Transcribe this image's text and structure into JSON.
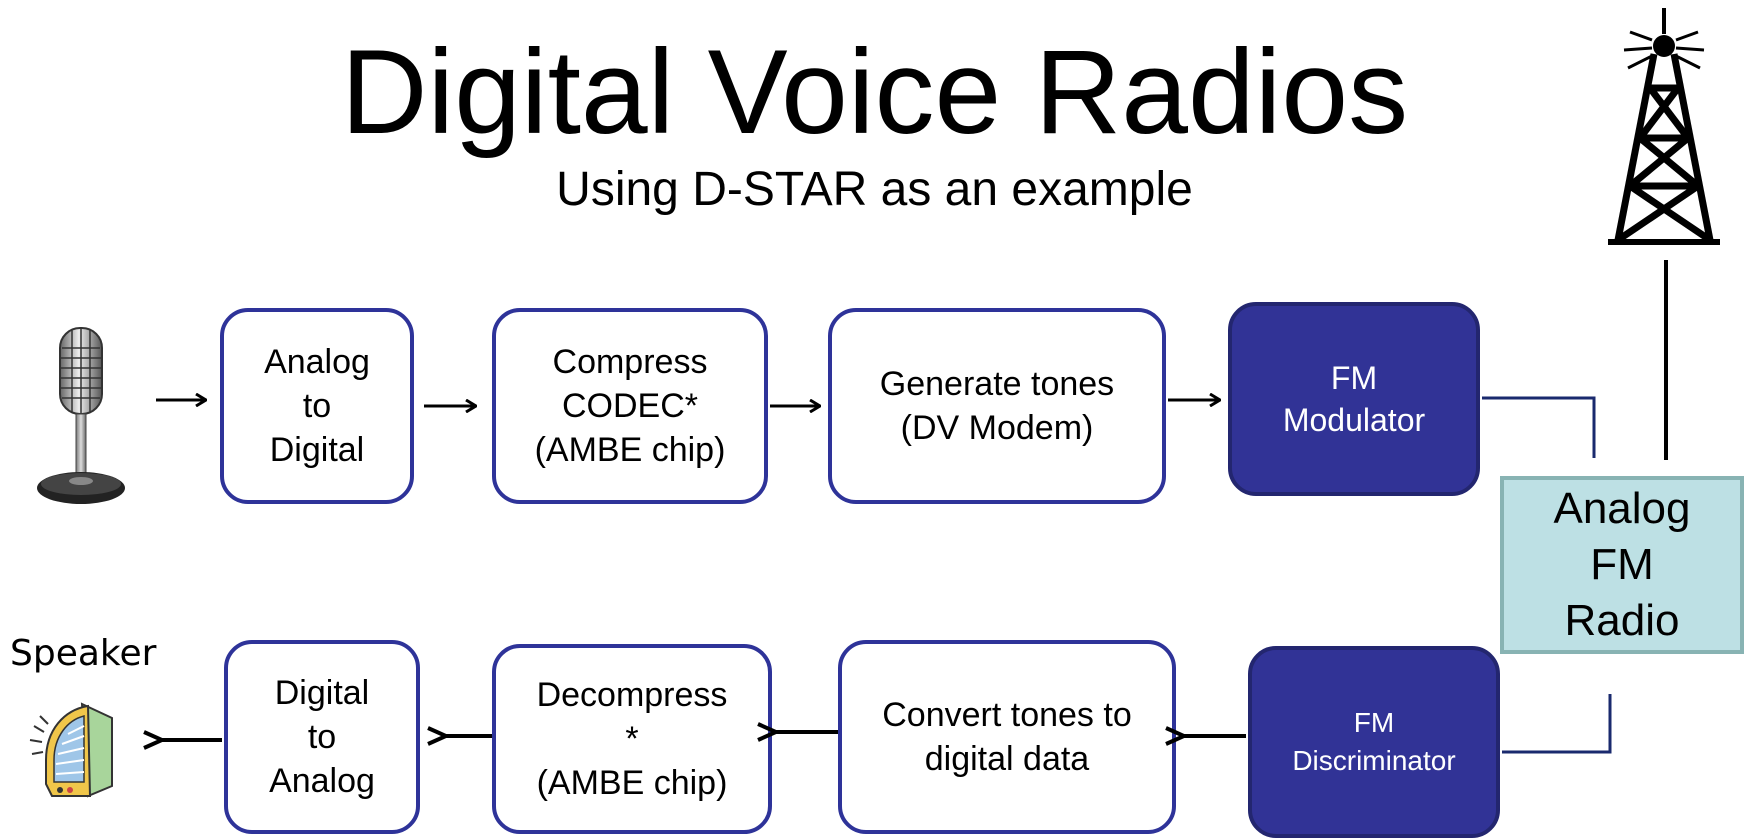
{
  "title": "Digital Voice Radios",
  "subtitle": "Using D-STAR as an example",
  "speaker_label": "Speaker",
  "transmit_chain": {
    "analog_to_digital": "Analog\nto\nDigital",
    "compress": "Compress\nCODEC*\n(AMBE chip)",
    "generate_tones": "Generate tones\n(DV Modem)",
    "fm_modulator": "FM\nModulator"
  },
  "radio": "Analog\nFM\nRadio",
  "receive_chain": {
    "fm_discriminator": "FM\nDiscriminator",
    "convert_tones": "Convert tones to\ndigital data",
    "decompress": "Decompress\n*\n(AMBE chip)",
    "digital_to_analog": "Digital\nto\nAnalog"
  },
  "icons": [
    "microphone-icon",
    "radio-tower-icon",
    "speaker-icon"
  ],
  "colors": {
    "box_border": "#2e3399",
    "dark_box_fill": "#313396",
    "radio_fill": "#bde0e4",
    "radio_border": "#88b3b3",
    "wire": "#1a2a6e"
  }
}
